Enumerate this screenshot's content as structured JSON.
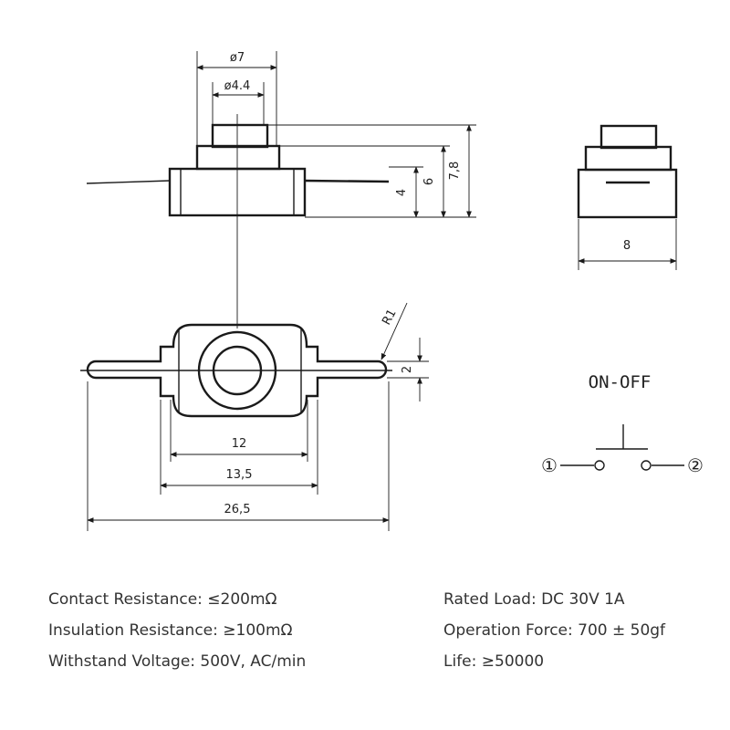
{
  "dims": {
    "d7": "ø7",
    "d44": "ø4.4",
    "h78": "7,8",
    "h6": "6",
    "h4": "4",
    "w8": "8",
    "r1": "R1",
    "t2": "2",
    "w12": "12",
    "w135": "13,5",
    "w265": "26,5"
  },
  "schematic": {
    "title": "ON-OFF",
    "terminal1": "①",
    "terminal2": "②"
  },
  "specs": {
    "left": [
      "Contact Resistance: ≤200mΩ",
      "Insulation Resistance: ≥100mΩ",
      "Withstand Voltage: 500V, AC/min"
    ],
    "right": [
      "Rated Load: DC 30V 1A",
      "Operation Force: 700 ± 50gf",
      "Life: ≥50000"
    ]
  }
}
